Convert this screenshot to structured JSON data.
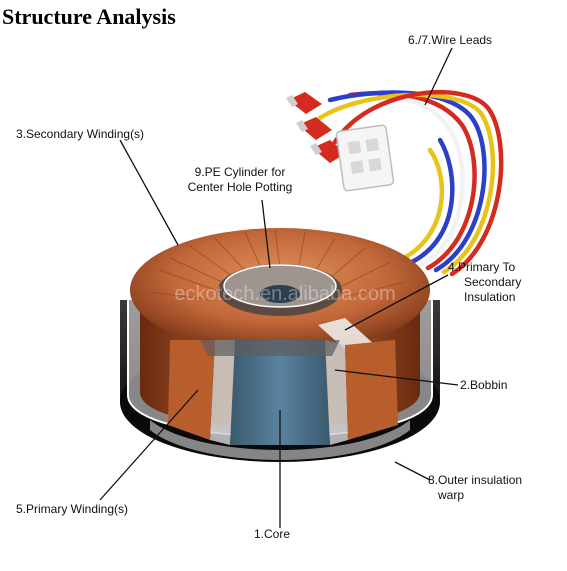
{
  "title": "Structure Analysis",
  "watermark": "eckotech.en.alibaba.com",
  "labels": {
    "wire_leads": "6./7.Wire Leads",
    "secondary_winding": "3.Secondary Winding(s)",
    "pe_cylinder_line1": "9.PE Cylinder for",
    "pe_cylinder_line2": "Center Hole Potting",
    "primary_secondary_line1": "4.Primary To",
    "primary_secondary_line2": "Secondary",
    "primary_secondary_line3": "Insulation",
    "bobbin": "2.Bobbin",
    "outer_insulation_line1": "8.Outer insulation",
    "outer_insulation_line2": "warp",
    "primary_winding": "5.Primary Winding(s)",
    "core": "1.Core"
  },
  "colors": {
    "copper": "#c8703a",
    "copper_dark": "#7a3414",
    "core": "#4a6f86",
    "wire_red": "#d42b1e",
    "wire_blue": "#2b3fc8",
    "wire_yellow": "#e8c41a",
    "wire_white": "#f2f2f2",
    "casing": "#111111"
  }
}
